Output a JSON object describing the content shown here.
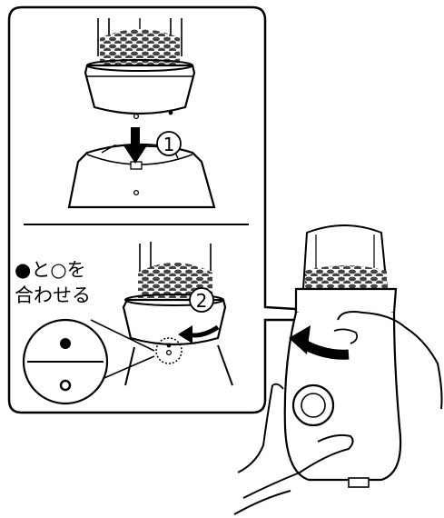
{
  "instructions": {
    "line1_parts": [
      "●",
      "と",
      "○",
      "を"
    ],
    "line2": "合わせる"
  },
  "steps": {
    "step1": "①",
    "step2": "②"
  },
  "markers": {
    "filled_dot": "●",
    "hollow_dot": "○"
  },
  "icons": [
    "down-arrow-icon",
    "curved-arrow-icon",
    "grinder-illustration",
    "hand-illustration",
    "zoom-circle-icon"
  ],
  "colors": {
    "line": "#000000",
    "background": "#ffffff",
    "bean": "#555555"
  }
}
